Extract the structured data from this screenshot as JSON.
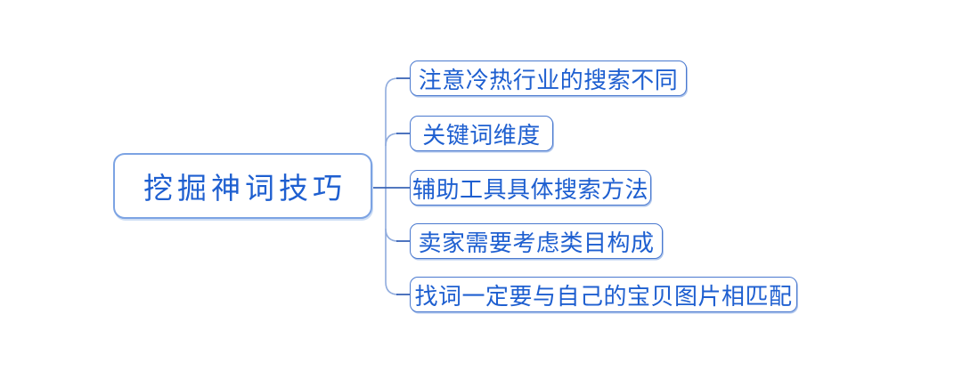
{
  "diagram": {
    "type": "mindmap",
    "root": {
      "label": "挖掘神词技巧"
    },
    "children": [
      {
        "label": "注意冷热行业的搜索不同"
      },
      {
        "label": "关键词维度"
      },
      {
        "label": "辅助工具具体搜索方法"
      },
      {
        "label": "卖家需要考虑类目构成"
      },
      {
        "label": "找词一定要与自己的宝贝图片相匹配"
      }
    ],
    "colors": {
      "background": "#ffffff",
      "text": "#1e5fd0",
      "root_border": "#7ca3e3",
      "child_border": "#4a79cf",
      "trunk_line": "#8fabdd",
      "branch_line": "#3a64b6"
    }
  }
}
